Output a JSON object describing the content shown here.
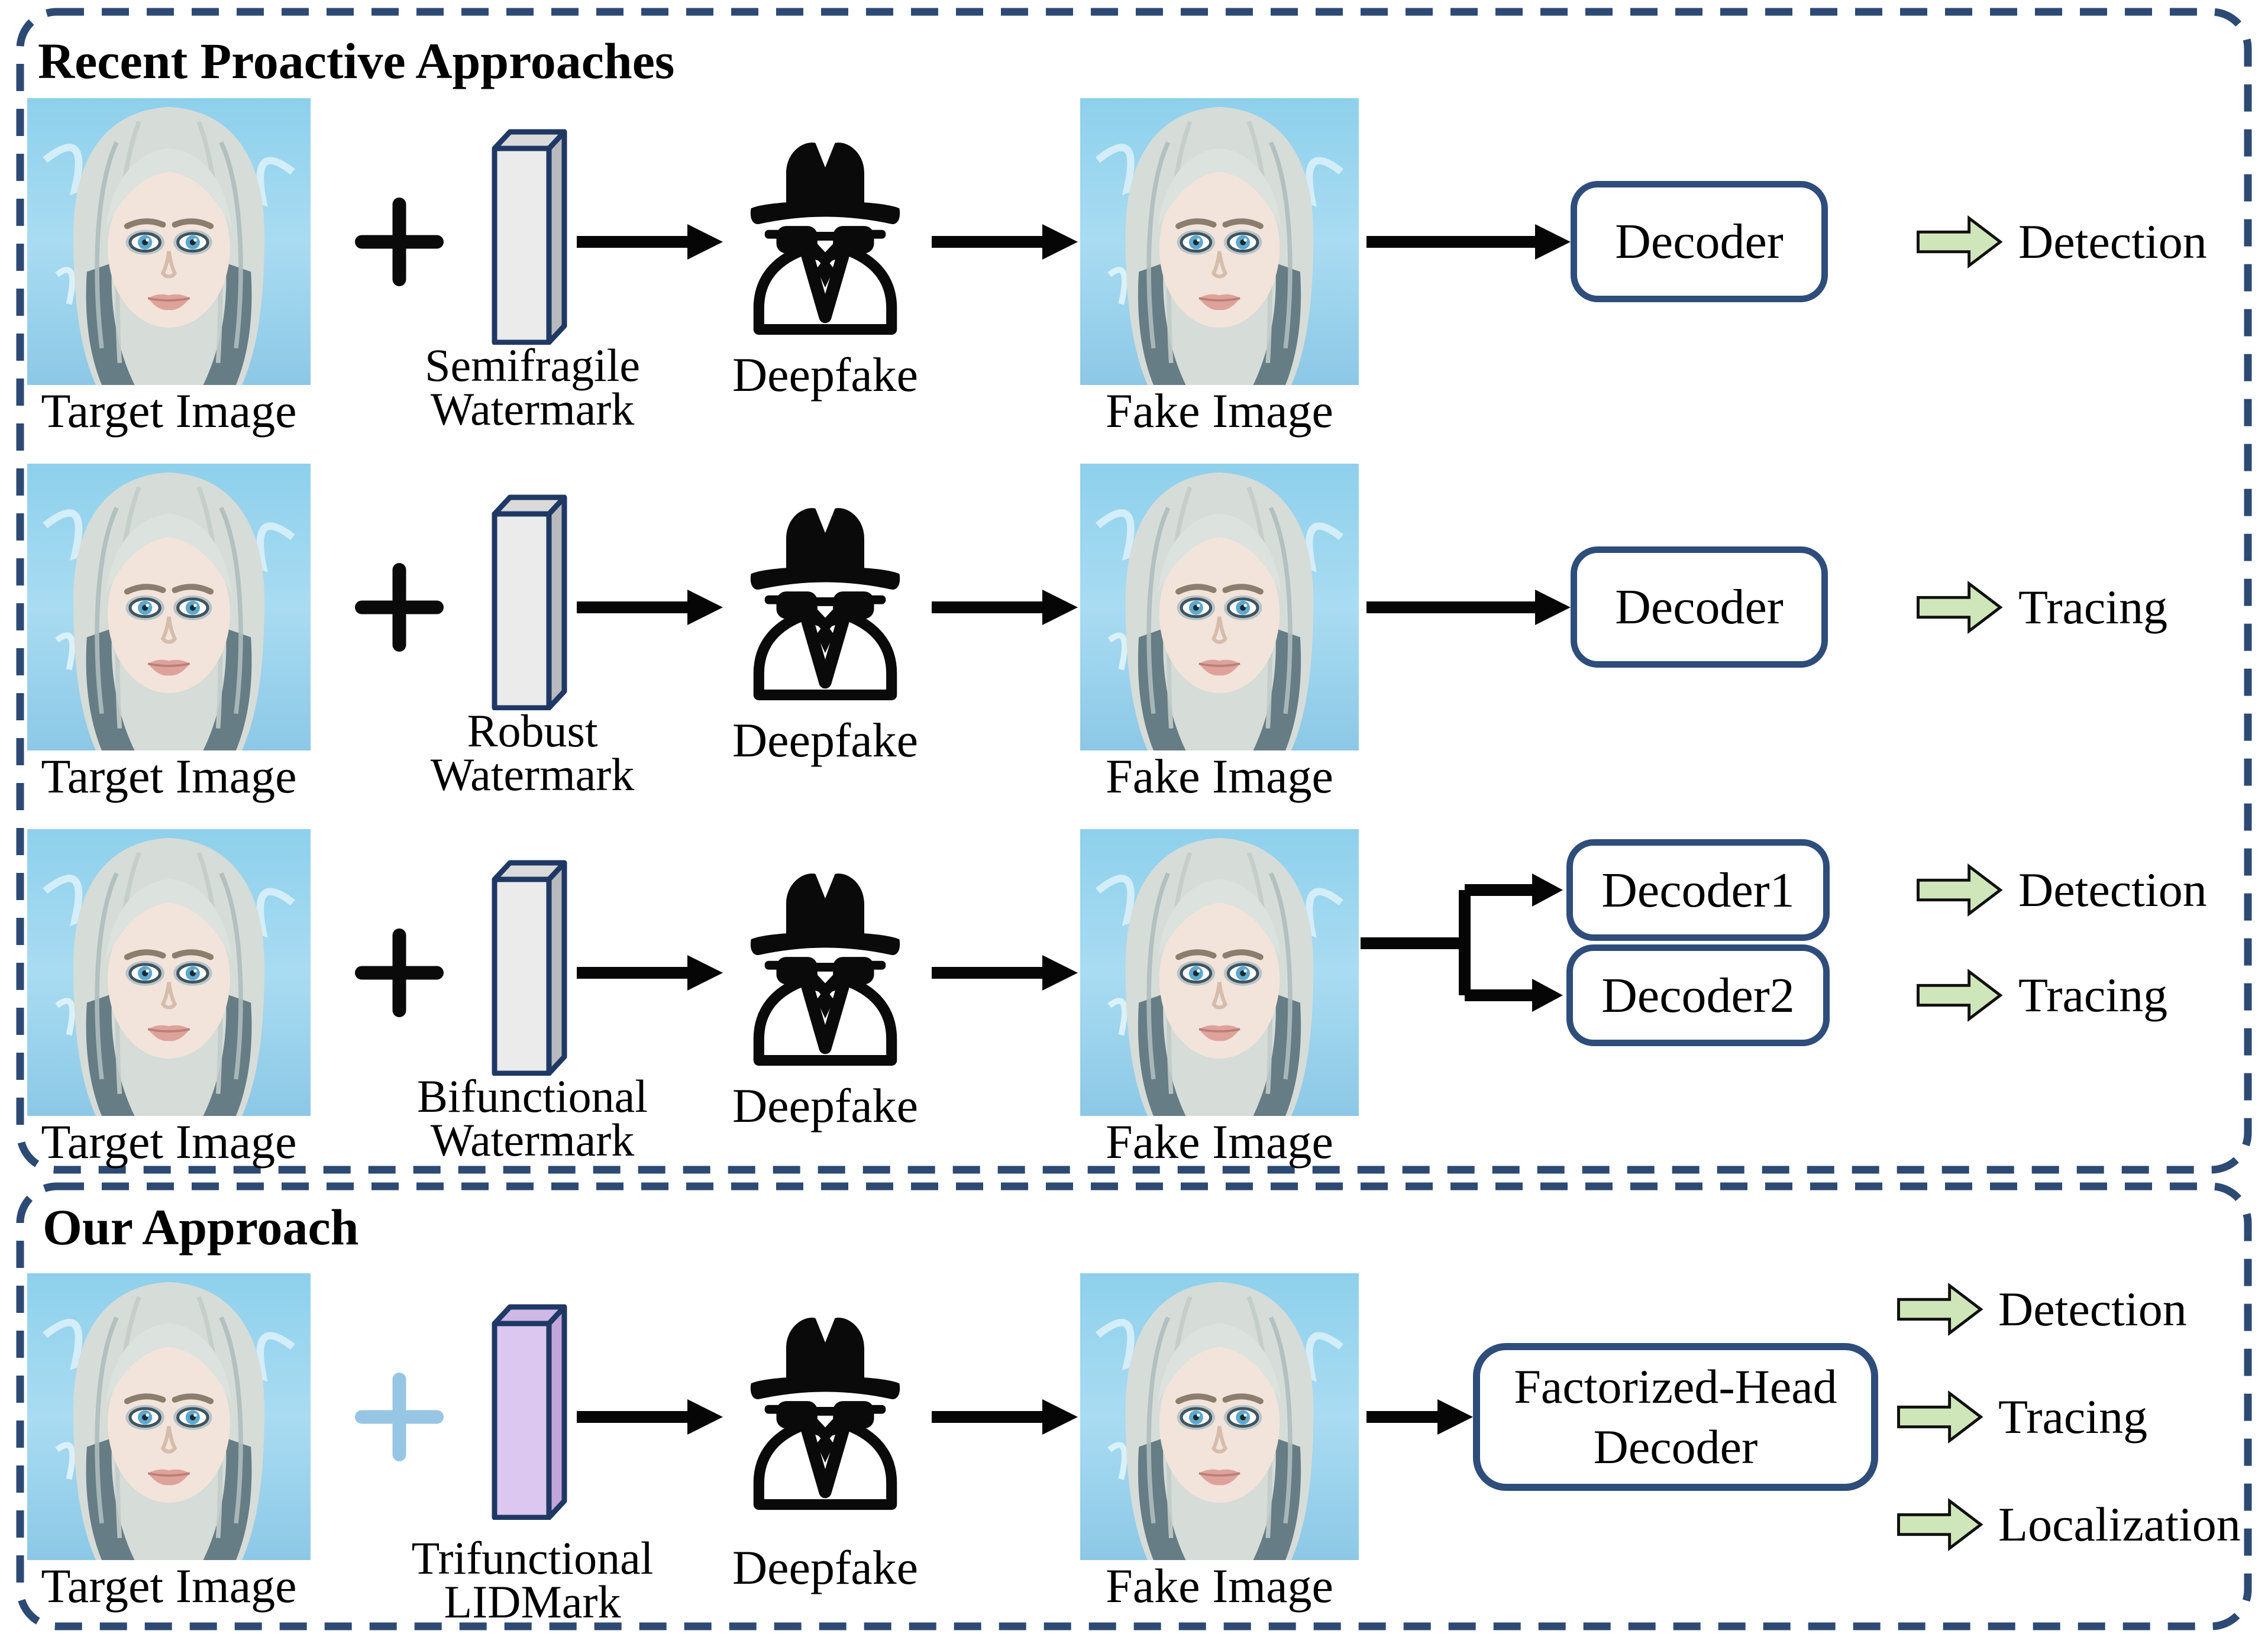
{
  "figure": {
    "type": "paper-figure-diagram",
    "topic": "Proactive deepfake watermarking pipelines"
  },
  "colors": {
    "panel_border": "#2c4a73",
    "decoder_border": "#2e4d7b",
    "green_arrow_fill": "#cfe6ba",
    "gray_bar_front": "#ebebeb",
    "purple_bar_front": "#dbc7f0",
    "blue_plus": "#96c6e4",
    "black": "#0a0a0a"
  },
  "icons": {
    "portrait": "woman-portrait-photo",
    "combine": "plus-icon",
    "watermark": "3d-slab-icon",
    "flow": "black-right-arrow-icon",
    "deepfake": "incognito-spy-icon",
    "outcome": "green-block-arrow-icon"
  },
  "sections": {
    "recent": {
      "title": "Recent Proactive Approaches",
      "rows": [
        {
          "input_label": "Target Image",
          "watermark": [
            "Semifragile",
            "Watermark"
          ],
          "process_label": "Deepfake",
          "output_label": "Fake Image",
          "decoders": [
            {
              "label": "Decoder",
              "outcome": "Detection"
            }
          ]
        },
        {
          "input_label": "Target Image",
          "watermark": [
            "Robust",
            "Watermark"
          ],
          "process_label": "Deepfake",
          "output_label": "Fake Image",
          "decoders": [
            {
              "label": "Decoder",
              "outcome": "Tracing"
            }
          ]
        },
        {
          "input_label": "Target Image",
          "watermark": [
            "Bifunctional",
            "Watermark"
          ],
          "process_label": "Deepfake",
          "output_label": "Fake Image",
          "decoders": [
            {
              "label": "Decoder1",
              "outcome": "Detection"
            },
            {
              "label": "Decoder2",
              "outcome": "Tracing"
            }
          ]
        }
      ]
    },
    "ours": {
      "title": "Our Approach",
      "row": {
        "input_label": "Target Image",
        "watermark": [
          "Trifunctional",
          "LIDMark"
        ],
        "process_label": "Deepfake",
        "output_label": "Fake Image",
        "decoder": [
          "Factorized-Head",
          "Decoder"
        ],
        "outcomes": [
          "Detection",
          "Tracing",
          "Localization"
        ]
      }
    }
  }
}
